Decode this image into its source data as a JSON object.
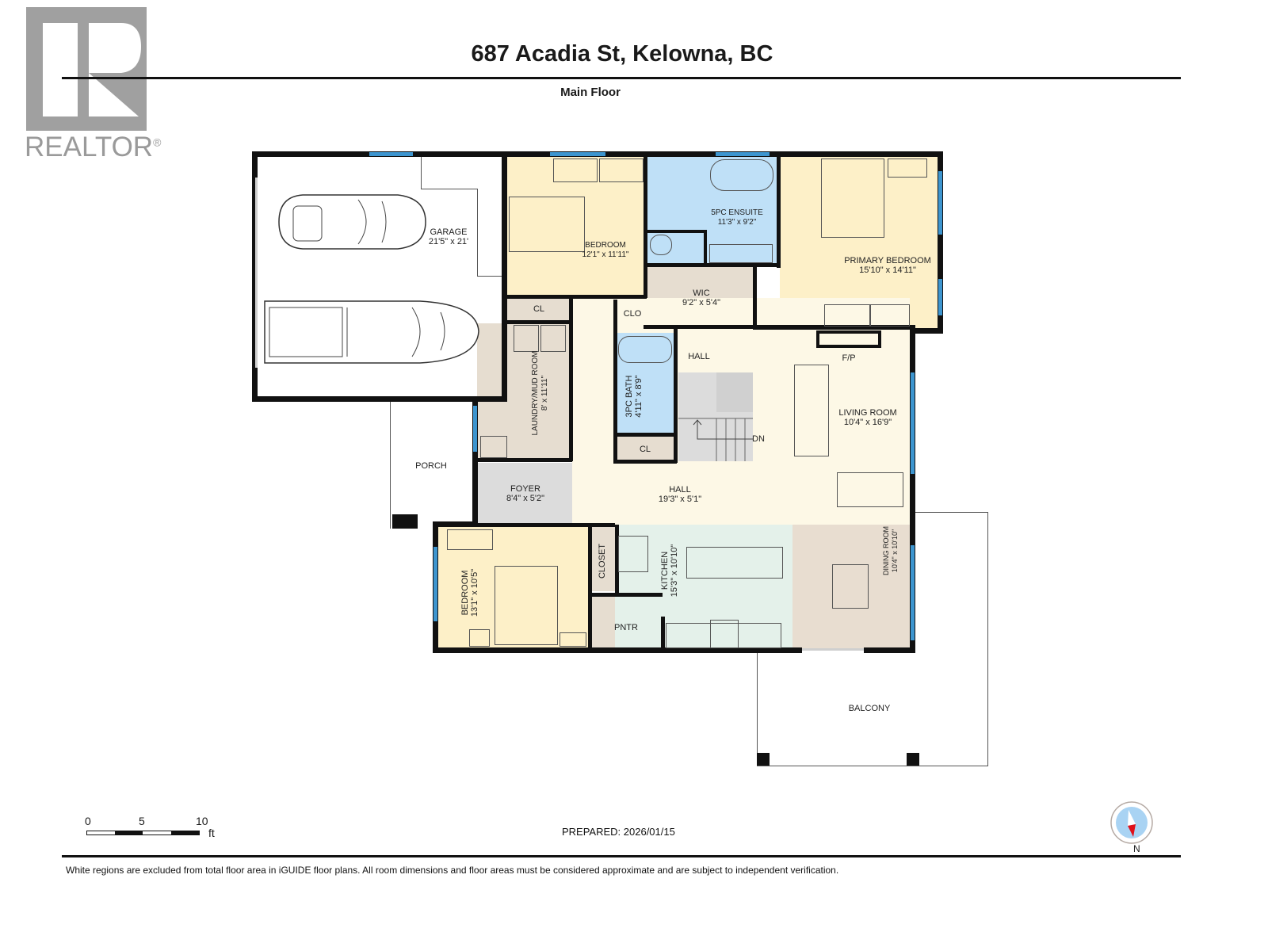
{
  "logo": {
    "brand": "REALTOR",
    "mark": "®",
    "icon": "realtor-r-logo-icon"
  },
  "header": {
    "title": "687 Acadia St, Kelowna, BC",
    "subtitle": "Main Floor"
  },
  "rooms": {
    "garage": {
      "name": "GARAGE",
      "dims": "21'5\" x 21'"
    },
    "bedroom_north": {
      "name": "BEDROOM",
      "dims": "12'1\" x 11'11\""
    },
    "ensuite": {
      "name": "5PC ENSUITE",
      "dims": "11'3\" x 9'2\""
    },
    "primary_bedroom": {
      "name": "PRIMARY BEDROOM",
      "dims": "15'10\" x 14'11\""
    },
    "wic": {
      "name": "WIC",
      "dims": "9'2\" x 5'4\""
    },
    "cl_north": {
      "name": "CL"
    },
    "clo": {
      "name": "CLO"
    },
    "laundry": {
      "name": "LAUNDRY/MUD ROOM",
      "dims": "8' x 11'11\""
    },
    "bath3": {
      "name": "3PC BATH",
      "dims": "4'11\" x 8'9\""
    },
    "hall_upper": {
      "name": "HALL"
    },
    "stairs": {
      "name": "DN"
    },
    "fireplace": {
      "name": "F/P"
    },
    "living": {
      "name": "LIVING ROOM",
      "dims": "10'4\" x 16'9\""
    },
    "cl_bath": {
      "name": "CL"
    },
    "porch": {
      "name": "PORCH"
    },
    "foyer": {
      "name": "FOYER",
      "dims": "8'4\" x 5'2\""
    },
    "hall_main": {
      "name": "HALL",
      "dims": "19'3\" x 5'1\""
    },
    "bedroom_south": {
      "name": "BEDROOM",
      "dims": "13'1\" x 10'5\""
    },
    "closet": {
      "name": "CLOSET"
    },
    "kitchen": {
      "name": "KITCHEN",
      "dims": "15'3\" x 10'10\""
    },
    "pantry": {
      "name": "PNTR"
    },
    "dining": {
      "name": "DINING ROOM",
      "dims": "10'4\" x 10'10\""
    },
    "balcony": {
      "name": "BALCONY"
    }
  },
  "colors": {
    "bedroom": "#fdf0c8",
    "bath": "#bfe0f7",
    "utility": "#e6ddd0",
    "hall": "#fdf8e6",
    "foyer": "#dcdcdc",
    "kitchen": "#e4f1ea",
    "dining": "#e8ddd0",
    "window": "#3d95cf",
    "wall": "#111111"
  },
  "scale": {
    "ticks": [
      "0",
      "5",
      "10"
    ],
    "unit": "ft"
  },
  "prepared": "PREPARED: 2026/01/15",
  "compass": {
    "label": "N",
    "icon": "compass-north-icon"
  },
  "footer": {
    "disclaimer": "White regions are excluded from total floor area in iGUIDE floor plans. All room dimensions and floor areas must be considered approximate and are subject to independent verification."
  }
}
